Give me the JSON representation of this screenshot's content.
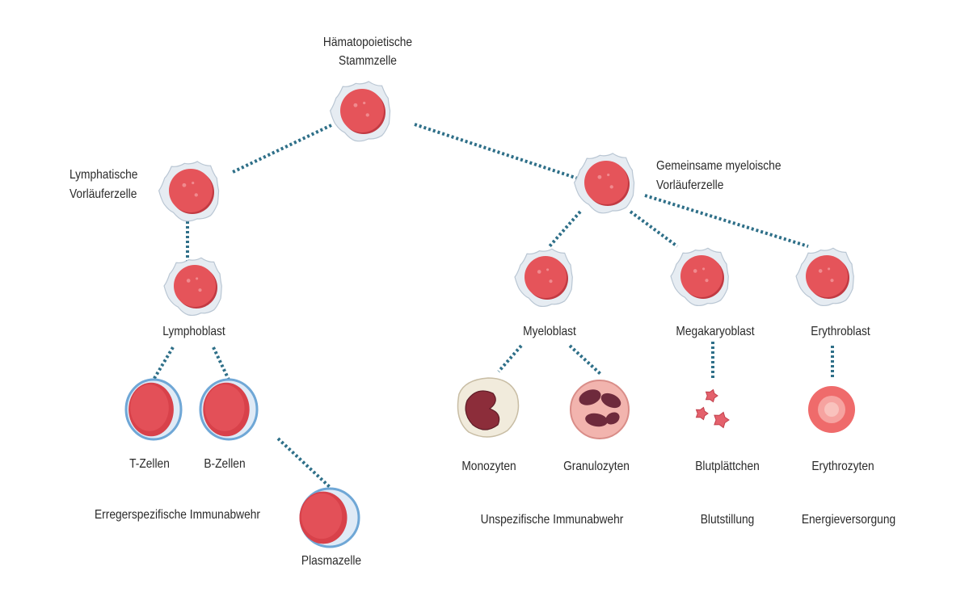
{
  "labels": {
    "hsc": "Hämatopoietische Stammzelle",
    "lymph_prog": "Lymphatische Vorläuferzelle",
    "myeloid_prog": "Gemeinsame myeloische Vorläuferzelle",
    "lymphoblast": "Lymphoblast",
    "myeloblast": "Myeloblast",
    "megakaryoblast": "Megakaryoblast",
    "erythroblast": "Erythroblast",
    "t_cells": "T-Zellen",
    "b_cells": "B-Zellen",
    "plasma_cell": "Plasmazelle",
    "monocytes": "Monozyten",
    "granulocytes": "Granulozyten",
    "platelets": "Blutplättchen",
    "erythrocytes": "Erythrozyten",
    "func_specific": "Erregerspezifische Immunabwehr",
    "func_unspecific": "Unspezifische Immunabwehr",
    "func_hemostasis": "Blutstillung",
    "func_energy": "Energieversorgung"
  },
  "lines": {
    "hsc_1": "Hämatopoietische",
    "hsc_2": "Stammzelle",
    "lymph_1": "Lymphatische",
    "lymph_2": "Vorläuferzelle",
    "myel_1": "Gemeinsame myeloische",
    "myel_2": "Vorläuferzelle"
  },
  "colors": {
    "link": "#2e6f88",
    "nucleus": "#e5545a",
    "membrane": "#e6ecf2",
    "lymphocyte_rim": "#6fa7d6",
    "dark_nucleus": "#8c2d3a",
    "granulocyte_body": "#f2b4ae",
    "erythrocyte": "#ef6b6b"
  }
}
